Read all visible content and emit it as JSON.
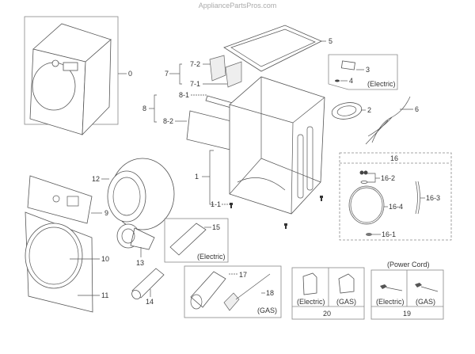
{
  "watermark": "AppliancePartsPros.com",
  "callouts": {
    "c0": "0",
    "c1": "1",
    "c1_1": "1-1",
    "c2": "2",
    "c3": "3",
    "c4": "4",
    "c5": "5",
    "c6": "6",
    "c7": "7",
    "c7_1": "7-1",
    "c7_2": "7-2",
    "c8": "8",
    "c8_1": "8-1",
    "c8_2": "8-2",
    "c9": "9",
    "c10": "10",
    "c11": "11",
    "c12": "12",
    "c13": "13",
    "c14": "14",
    "c15": "15",
    "c16": "16",
    "c16_1": "16-1",
    "c16_2": "16-2",
    "c16_3": "16-3",
    "c16_4": "16-4",
    "c17": "17",
    "c18": "18",
    "c19": "19",
    "c20": "20"
  },
  "notes": {
    "electric_3_4": "(Electric)",
    "electric_15": "(Electric)",
    "gas_17_18": "(GAS)",
    "electric_20": "(Electric)",
    "gas_20": "(GAS)",
    "power_cord": "(Power Cord)",
    "electric_19": "(Electric)",
    "gas_19": "(GAS)"
  }
}
